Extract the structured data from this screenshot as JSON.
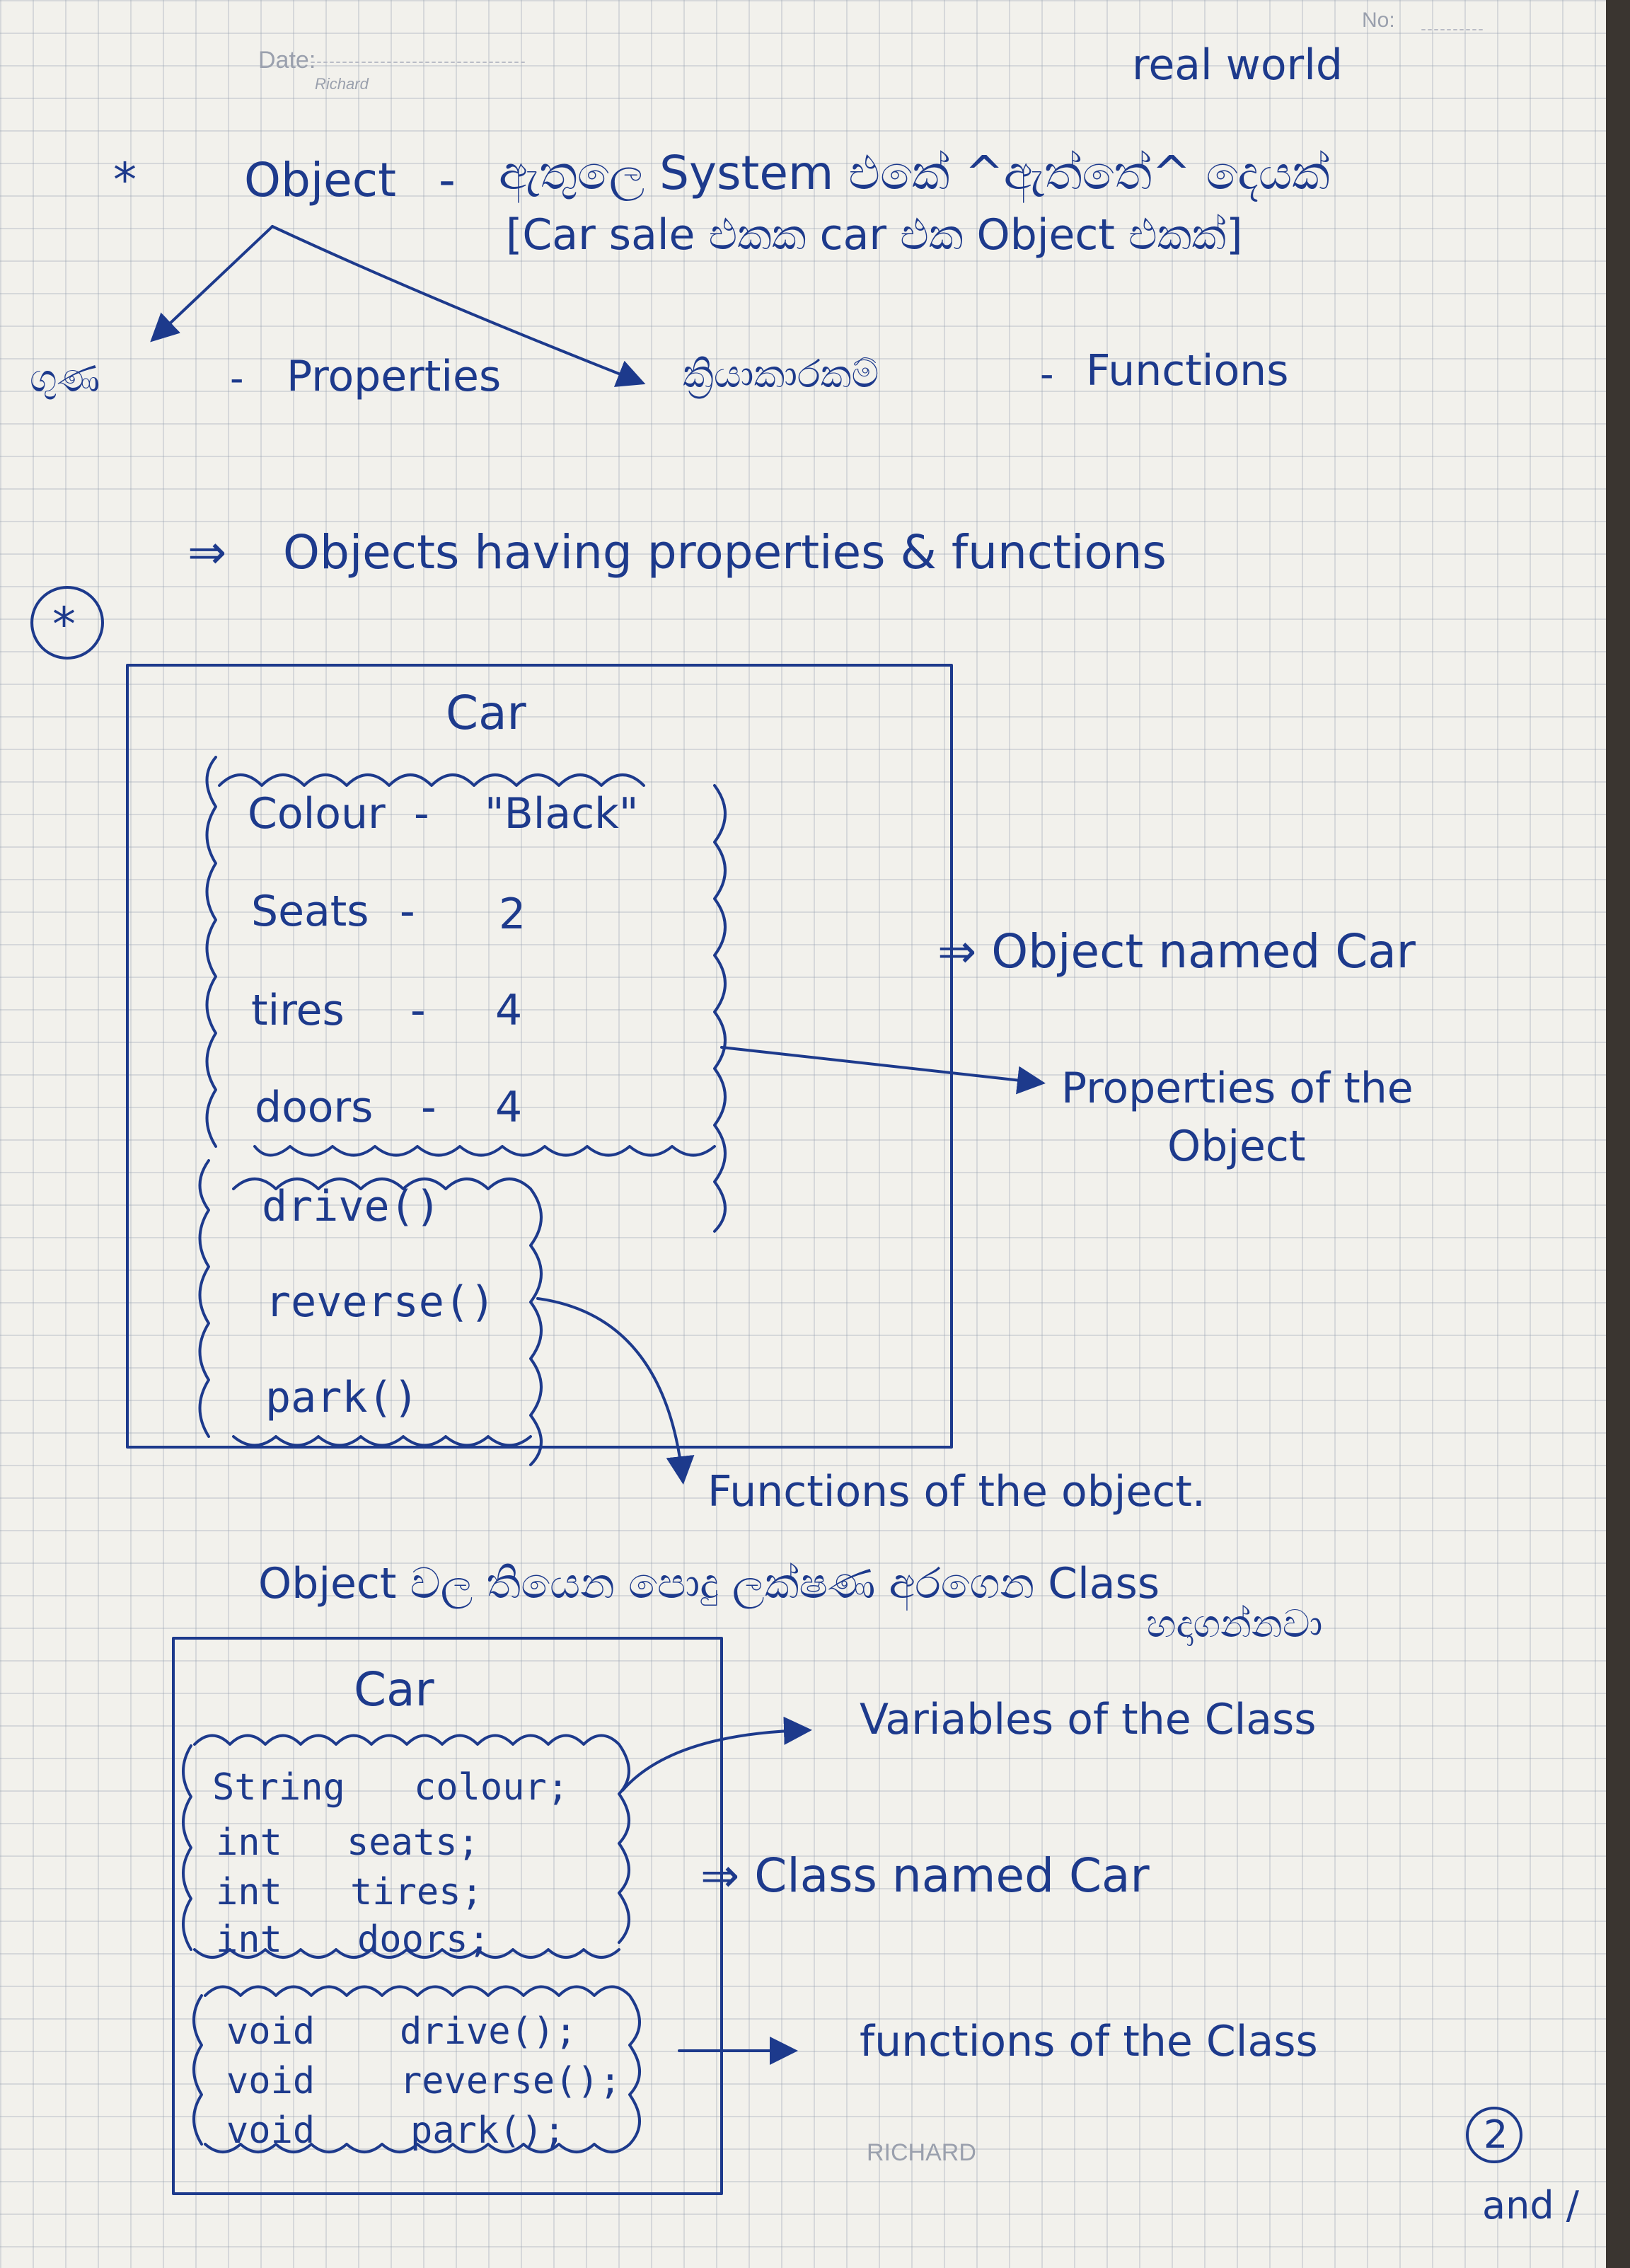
{
  "printed": {
    "date_label": "Date:",
    "brand_small": "Richard",
    "no_label": "No:",
    "brand_footer": "RICHARD"
  },
  "header": {
    "top_note": "real world",
    "bullet": "*",
    "term": "Object",
    "dash": "-",
    "sinhala_def": "ඇතුලෙ System එකේ ^ඇත්තේ^ දෙයක්",
    "example": "[Car sale එකක car එක Object එකක්]"
  },
  "branches": {
    "left_sinhala": "ගුණ",
    "left_english": "Properties",
    "right_sinhala": "ක්‍රියාකාරකම්",
    "right_english": "Functions",
    "sep": "-"
  },
  "summary": {
    "arrow": "⇒",
    "text": "Objects having properties & functions"
  },
  "section_marker": "*",
  "object_box": {
    "title": "Car",
    "properties": [
      {
        "name": "Colour",
        "dash": "-",
        "value": "\"Black\""
      },
      {
        "name": "Seats",
        "dash": "-",
        "value": "2"
      },
      {
        "name": "tires",
        "dash": "-",
        "value": "4"
      },
      {
        "name": "doors",
        "dash": "-",
        "value": "4"
      }
    ],
    "functions": [
      "drive()",
      "reverse()",
      "park()"
    ],
    "note_named": "⇒ Object named Car",
    "note_properties_1": "Properties of the",
    "note_properties_2": "Object",
    "note_functions": "Functions of the object."
  },
  "class_intro": {
    "line1": "Object වල තියෙන පොදු ලක්ෂණ අරගෙන Class",
    "line2": "හදාගන්නවා"
  },
  "class_box": {
    "title": "Car",
    "variables": [
      {
        "type": "String",
        "name": "colour;"
      },
      {
        "type": "int",
        "name": "seats;"
      },
      {
        "type": "int",
        "name": "tires;"
      },
      {
        "type": "int",
        "name": "doors;"
      }
    ],
    "methods": [
      {
        "type": "void",
        "name": "drive();"
      },
      {
        "type": "void",
        "name": "reverse();"
      },
      {
        "type": "void",
        "name": "park();"
      }
    ],
    "note_variables": "Variables of the Class",
    "note_named": "⇒ Class named Car",
    "note_functions": "functions of the Class"
  },
  "page_number": "2",
  "corner_text": "and /",
  "colors": {
    "ink": "#1d3a8c",
    "paper": "#f2f1ec",
    "grid": "#a0aab9"
  }
}
